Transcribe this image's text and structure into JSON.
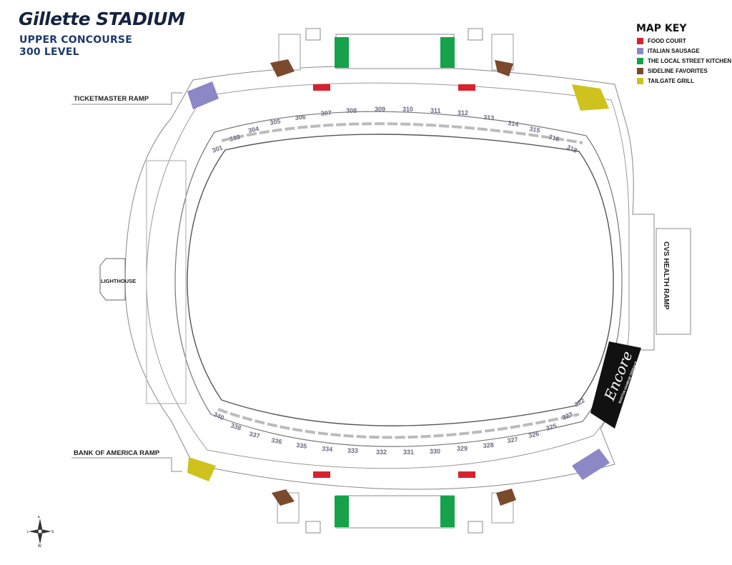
{
  "header": {
    "brand": "Gillette STADIUM",
    "concourse": "UPPER CONCOURSE",
    "level": "300 LEVEL"
  },
  "map_key": {
    "title": "MAP KEY",
    "items": [
      {
        "label": "FOOD COURT",
        "color": "#d7212d"
      },
      {
        "label": "ITALIAN SAUSAGE",
        "color": "#8c87c5"
      },
      {
        "label": "THE LOCAL STREET KITCHEN",
        "color": "#16a24a"
      },
      {
        "label": "SIDELINE FAVORITES",
        "color": "#7b4a2c"
      },
      {
        "label": "TAILGATE GRILL",
        "color": "#cfc21f"
      }
    ]
  },
  "ramps": {
    "ticketmaster": "TICKETMASTER RAMP",
    "bank_of_america": "BANK OF AMERICA RAMP",
    "cvs": "CVS HEALTH RAMP",
    "lighthouse": "LIGHTHOUSE"
  },
  "encore": {
    "name": "Encore",
    "subtitle": "BOSTON HARBOR TERRACE"
  },
  "sections_top": [
    "301",
    "303",
    "304",
    "305",
    "306",
    "307",
    "308",
    "309",
    "310",
    "311",
    "312",
    "313",
    "314",
    "315",
    "316",
    "318"
  ],
  "sections_bottom": [
    "340",
    "338",
    "337",
    "336",
    "335",
    "334",
    "333",
    "332",
    "331",
    "330",
    "329",
    "328",
    "327",
    "326",
    "325",
    "323",
    "322"
  ],
  "compass": {
    "n": "N",
    "s": "S",
    "e": "E",
    "w": "W"
  }
}
